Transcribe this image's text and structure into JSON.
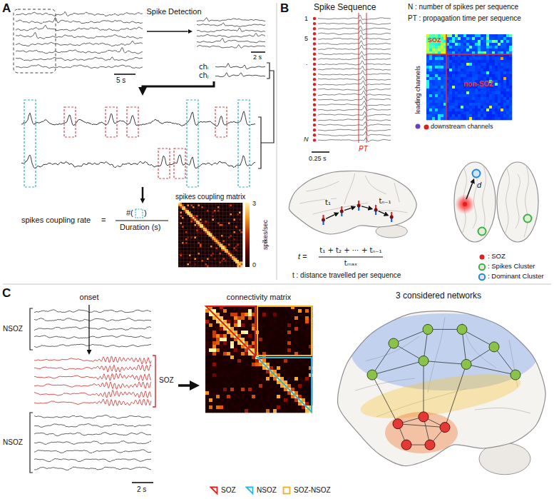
{
  "diagram": {
    "nodes": [
      {
        "text": [
          "A"
        ]
      },
      {
        "text": [
          "5 s"
        ],
        "in": 0
      },
      {
        "text": [
          "2 s",
          "chᵢ",
          "chⱼ"
        ],
        "in": 0
      },
      {
        "text": [
          "spikes coupling rate",
          "=",
          "#(",
          ")",
          "Duration (s)"
        ],
        "in": 0
      },
      {
        "text": [
          "spikes coupling matrix",
          "3",
          "0",
          "spikes/sec"
        ],
        "in": 3
      },
      {
        "text": [
          "B"
        ]
      },
      {
        "text": [
          "Spike Sequence",
          "1",
          "5",
          ".",
          "N",
          "0.25 s",
          "PT"
        ],
        "in": 5
      },
      {
        "text": [
          "SOZ",
          "non-SOZ"
        ],
        "in": 5
      },
      {
        "text": [
          "C"
        ]
      },
      {
        "text": [
          "onset",
          "NSOZ",
          "SOZ",
          "NSOZ",
          "2 s"
        ],
        "in": 8
      },
      {
        "text": [
          "connectivity matrix"
        ],
        "in": 8
      },
      {
        "text": [
          "3 considered networks"
        ],
        "in": 8
      }
    ],
    "edges": [
      {
        "from": 1,
        "to": 2,
        "arrow": "to",
        "label": "Spike Detection"
      },
      {
        "from": 2,
        "to": 3,
        "arrow": "to"
      },
      {
        "from": 9,
        "to": 10,
        "arrow": "to"
      }
    ],
    "labels": [
      "N : number of spikes per sequence",
      "PT : propagation time per sequence",
      "t₁",
      "tₙ₋₁",
      "t =",
      "t₁ + t₂ + ⋯ + tₙ₋₁",
      "tₘₐₓ",
      "t : distance travelled per sequence",
      "d"
    ],
    "legend": [
      {
        "text": "leading channels",
        "color": "#6a3fc0"
      },
      {
        "text": "downstream channels",
        "color": "#e02020"
      },
      {
        "text": ": SOZ",
        "color": "#e02020"
      },
      {
        "text": ": Spikes Cluster",
        "color": "#3cb043"
      },
      {
        "text": ": Dominant Cluster",
        "color": "#1e88e5"
      },
      {
        "text": "SOZ",
        "color": "#e02020"
      },
      {
        "text": "NSOZ",
        "color": "#29b6e8"
      },
      {
        "text": "SOZ-NSOZ",
        "color": "#f0b020"
      }
    ]
  }
}
